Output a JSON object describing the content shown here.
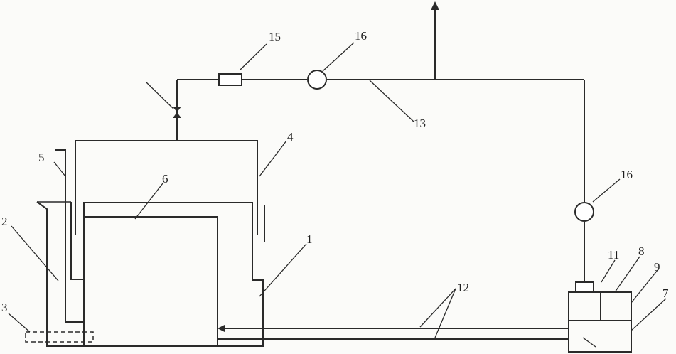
{
  "labels": {
    "l1": "1",
    "l2": "2",
    "l3": "3",
    "l4": "4",
    "l5": "5",
    "l6": "6",
    "l7": "7",
    "l8": "8",
    "l9": "9",
    "l11": "11",
    "l12": "12",
    "l13": "13",
    "l15": "15",
    "l16a": "16",
    "l16b": "16"
  }
}
